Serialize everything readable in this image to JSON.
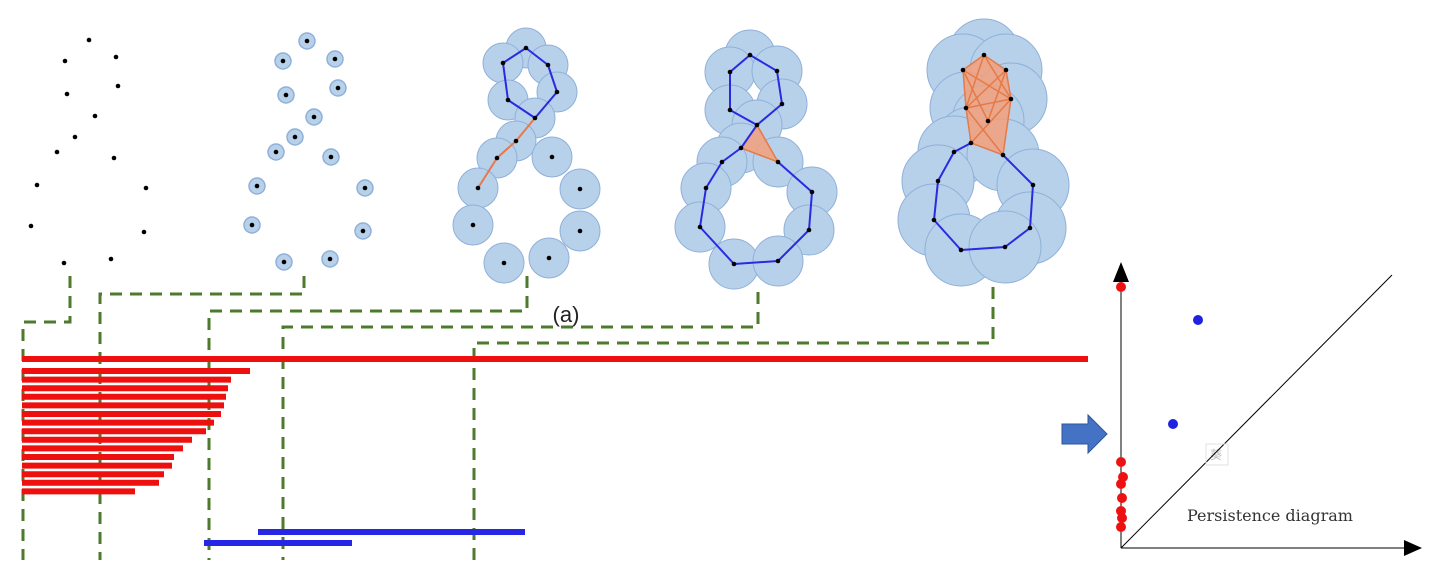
{
  "caption": "(a)",
  "persistence_diagram": {
    "title": "Persistence diagram",
    "h0_color": "#ee1111",
    "h1_color": "#1f22e0",
    "watermark_glyph": "葵"
  },
  "barcode": {
    "h0_color": "#ee0f0f",
    "h1_color": "#2626e6",
    "h0_bar_count": 16,
    "h1_bar_count": 2
  },
  "colors": {
    "ball_fill": "#b7d1eb",
    "ball_stroke": "#8fb0d8",
    "edge": "#2a2ae0",
    "triangle_fill": "#f5a07a",
    "triangle_edge": "#e57a48",
    "dash": "#4e7a2e",
    "arrow": "#4472c4"
  },
  "icons": {
    "transform_arrow": "right-arrow-icon"
  }
}
